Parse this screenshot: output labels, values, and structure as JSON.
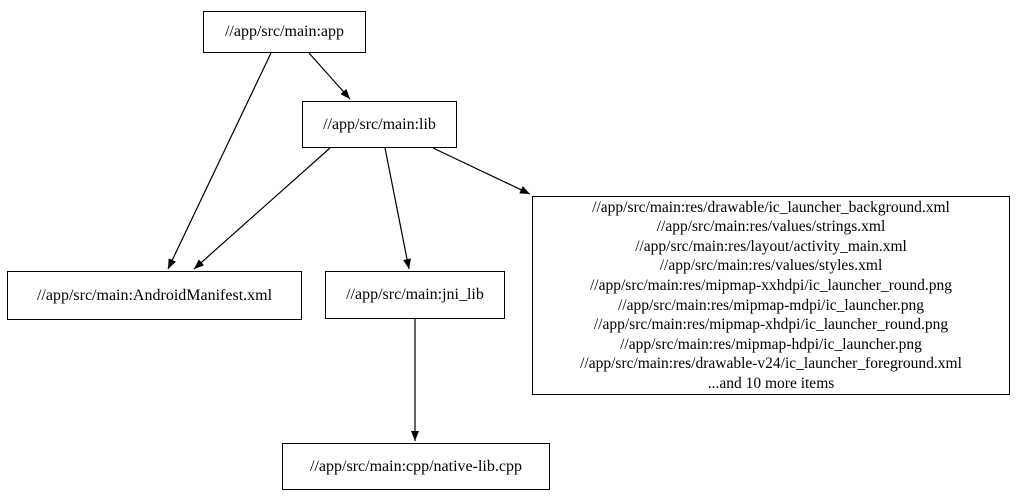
{
  "graph": {
    "nodes": [
      {
        "id": "app",
        "label": "//app/src/main:app"
      },
      {
        "id": "lib",
        "label": "//app/src/main:lib"
      },
      {
        "id": "manifest",
        "label": "//app/src/main:AndroidManifest.xml"
      },
      {
        "id": "jni_lib",
        "label": "//app/src/main:jni_lib"
      },
      {
        "id": "res_group",
        "lines": [
          "//app/src/main:res/drawable/ic_launcher_background.xml",
          "//app/src/main:res/values/strings.xml",
          "//app/src/main:res/layout/activity_main.xml",
          "//app/src/main:res/values/styles.xml",
          "//app/src/main:res/mipmap-xxhdpi/ic_launcher_round.png",
          "//app/src/main:res/mipmap-mdpi/ic_launcher.png",
          "//app/src/main:res/mipmap-xhdpi/ic_launcher_round.png",
          "//app/src/main:res/mipmap-hdpi/ic_launcher.png",
          "//app/src/main:res/drawable-v24/ic_launcher_foreground.xml",
          "...and 10 more items"
        ]
      },
      {
        "id": "native_lib",
        "label": "//app/src/main:cpp/native-lib.cpp"
      }
    ],
    "edges": [
      {
        "from": "app",
        "to": "lib"
      },
      {
        "from": "app",
        "to": "manifest"
      },
      {
        "from": "lib",
        "to": "manifest"
      },
      {
        "from": "lib",
        "to": "jni_lib"
      },
      {
        "from": "lib",
        "to": "res_group"
      },
      {
        "from": "jni_lib",
        "to": "native_lib"
      }
    ],
    "colors": {
      "background": "#ffffff",
      "node_border": "#000000",
      "edge": "#000000",
      "text": "#000000"
    }
  }
}
